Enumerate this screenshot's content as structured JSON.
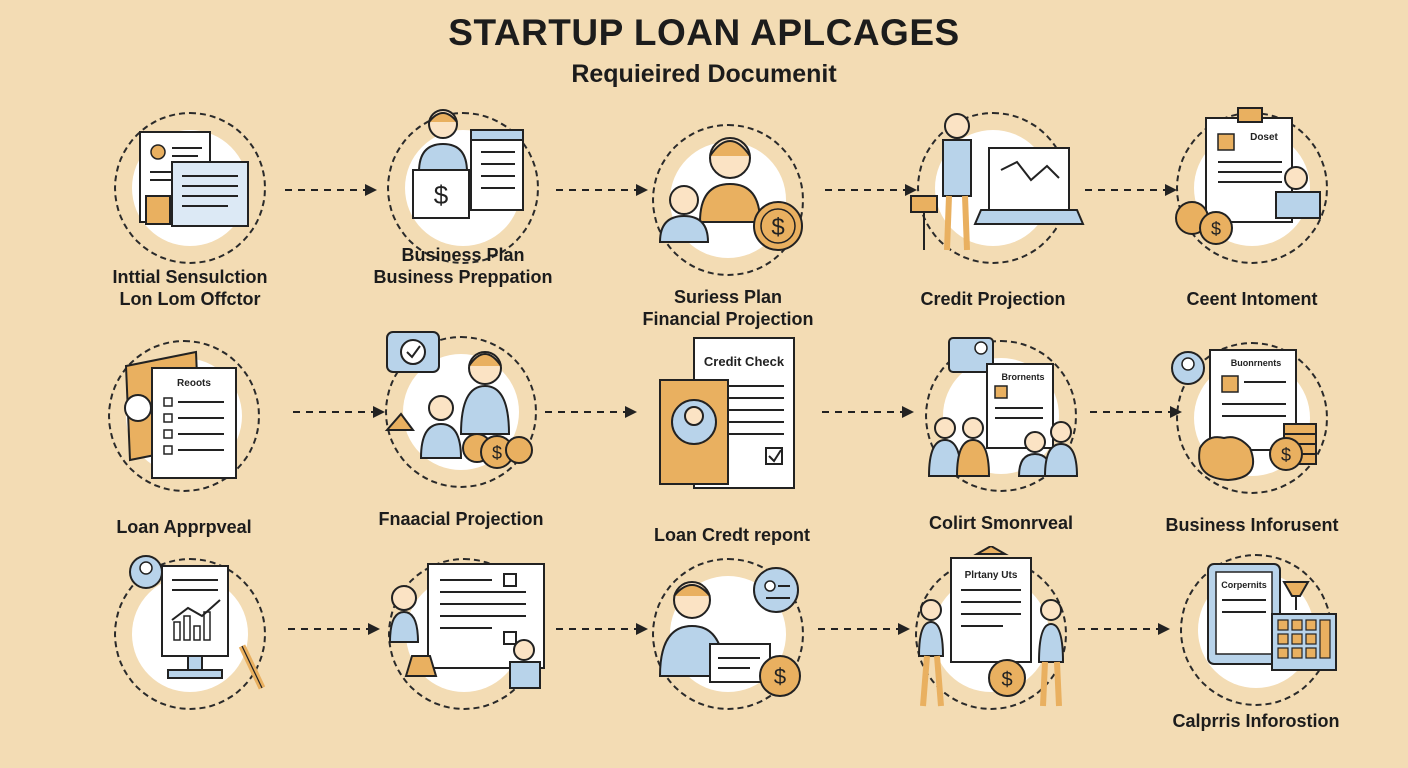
{
  "header": {
    "title": "STARTUP LOAN APLCAGES",
    "subtitle": "Requieired Documenit"
  },
  "colors": {
    "background": "#f3dcb4",
    "accent_orange": "#e9b060",
    "accent_blue": "#b8d3ea",
    "ink": "#1c1c1c"
  },
  "rows": [
    {
      "steps": [
        {
          "icon": "resume-documents-icon",
          "labels": [
            "Inttial Sensulction",
            "Lon Lom Offctor"
          ]
        },
        {
          "icon": "presenter-money-sign-icon",
          "labels": [
            "Business Plan",
            "Business Preppation"
          ]
        },
        {
          "icon": "loan-officers-coins-icon",
          "labels": [
            "Suriess Plan",
            "Financial Projection"
          ]
        },
        {
          "icon": "presenter-laptop-icon",
          "labels": [
            "Credit Projection"
          ]
        },
        {
          "icon": "report-clipboard-coins-icon",
          "labels": [
            "Ceent Intoment"
          ]
        }
      ]
    },
    {
      "steps": [
        {
          "icon": "report-folder-icon",
          "labels": [
            "Loan Apprpveal"
          ]
        },
        {
          "icon": "approval-team-coins-icon",
          "labels": [
            "Fnaacial Projection"
          ]
        },
        {
          "icon": "credit-check-document-icon",
          "labels": [
            "Loan Credt repont"
          ]
        },
        {
          "icon": "team-documents-icon",
          "labels": [
            "Colirt Smonrveal"
          ]
        },
        {
          "icon": "documents-money-bag-icon",
          "labels": [
            "Business Inforusent"
          ]
        }
      ]
    },
    {
      "steps": [
        {
          "icon": "chart-monitor-icon",
          "labels": []
        },
        {
          "icon": "checklist-documents-icon",
          "labels": []
        },
        {
          "icon": "person-cheque-icon",
          "labels": []
        },
        {
          "icon": "handshake-document-icon",
          "labels": []
        },
        {
          "icon": "calculator-document-icon",
          "labels": [
            "Calprris Inforostion"
          ]
        }
      ]
    }
  ],
  "document_texts": {
    "r1c5": "Doset",
    "r2c1": "Reoots",
    "r2c3": "Credit Check",
    "r2c4": "Brornents",
    "r2c5": "Buonrnents",
    "r3c4": "Plrtany Uts",
    "r3c5": "Corpernits"
  }
}
